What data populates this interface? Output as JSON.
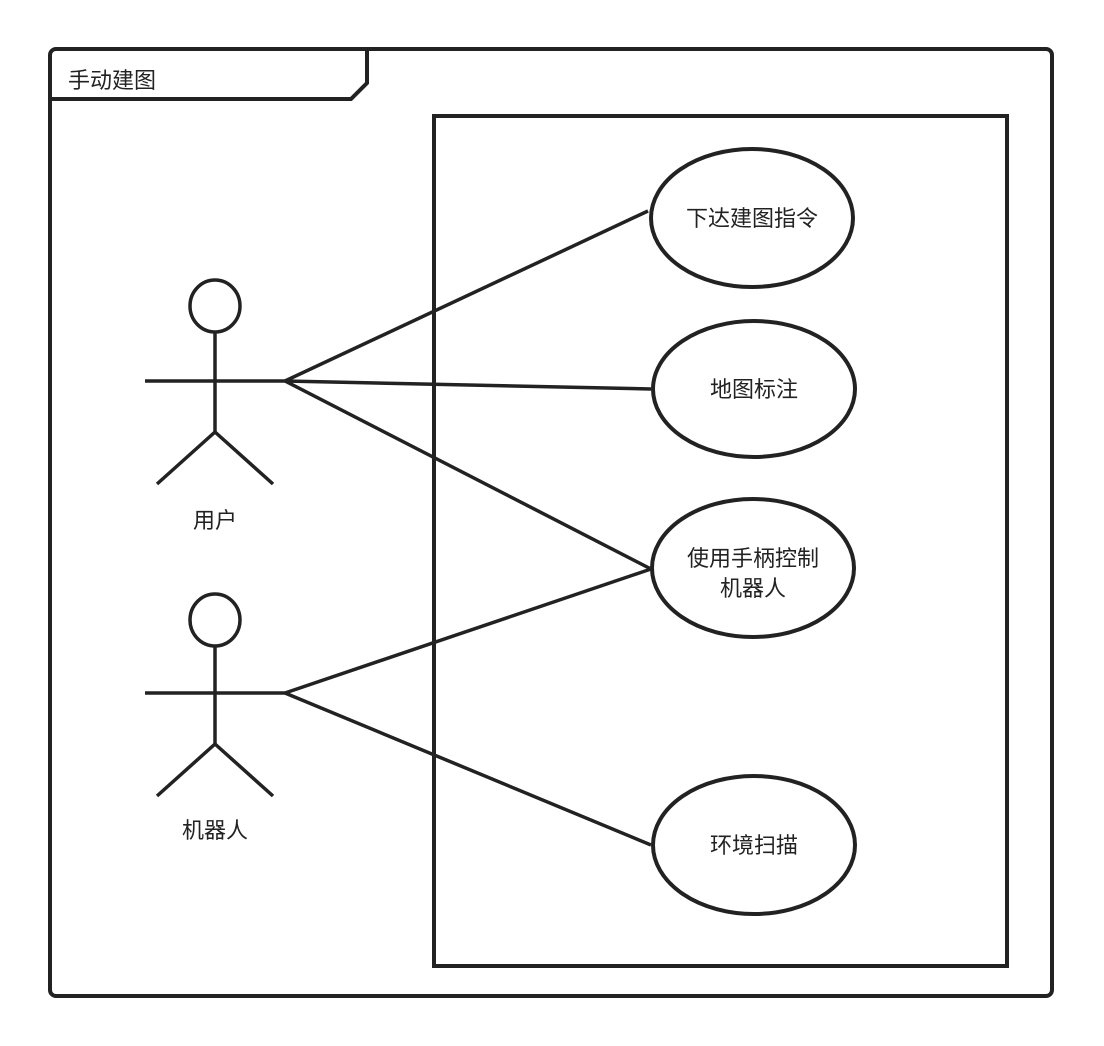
{
  "frame": {
    "title": "手动建图"
  },
  "actors": [
    {
      "id": "user",
      "label": "用户"
    },
    {
      "id": "robot",
      "label": "机器人"
    }
  ],
  "use_cases": [
    {
      "id": "issue-command",
      "lines": [
        "下达建图指令"
      ]
    },
    {
      "id": "map-annotation",
      "lines": [
        "地图标注"
      ]
    },
    {
      "id": "joystick-control",
      "lines": [
        "使用手柄控制",
        "机器人"
      ]
    },
    {
      "id": "environment-scan",
      "lines": [
        "环境扫描"
      ]
    }
  ],
  "associations": [
    {
      "from": "user",
      "to": "issue-command"
    },
    {
      "from": "user",
      "to": "map-annotation"
    },
    {
      "from": "user",
      "to": "joystick-control"
    },
    {
      "from": "robot",
      "to": "joystick-control"
    },
    {
      "from": "robot",
      "to": "environment-scan"
    }
  ],
  "colors": {
    "stroke": "#222222",
    "background": "#ffffff"
  }
}
